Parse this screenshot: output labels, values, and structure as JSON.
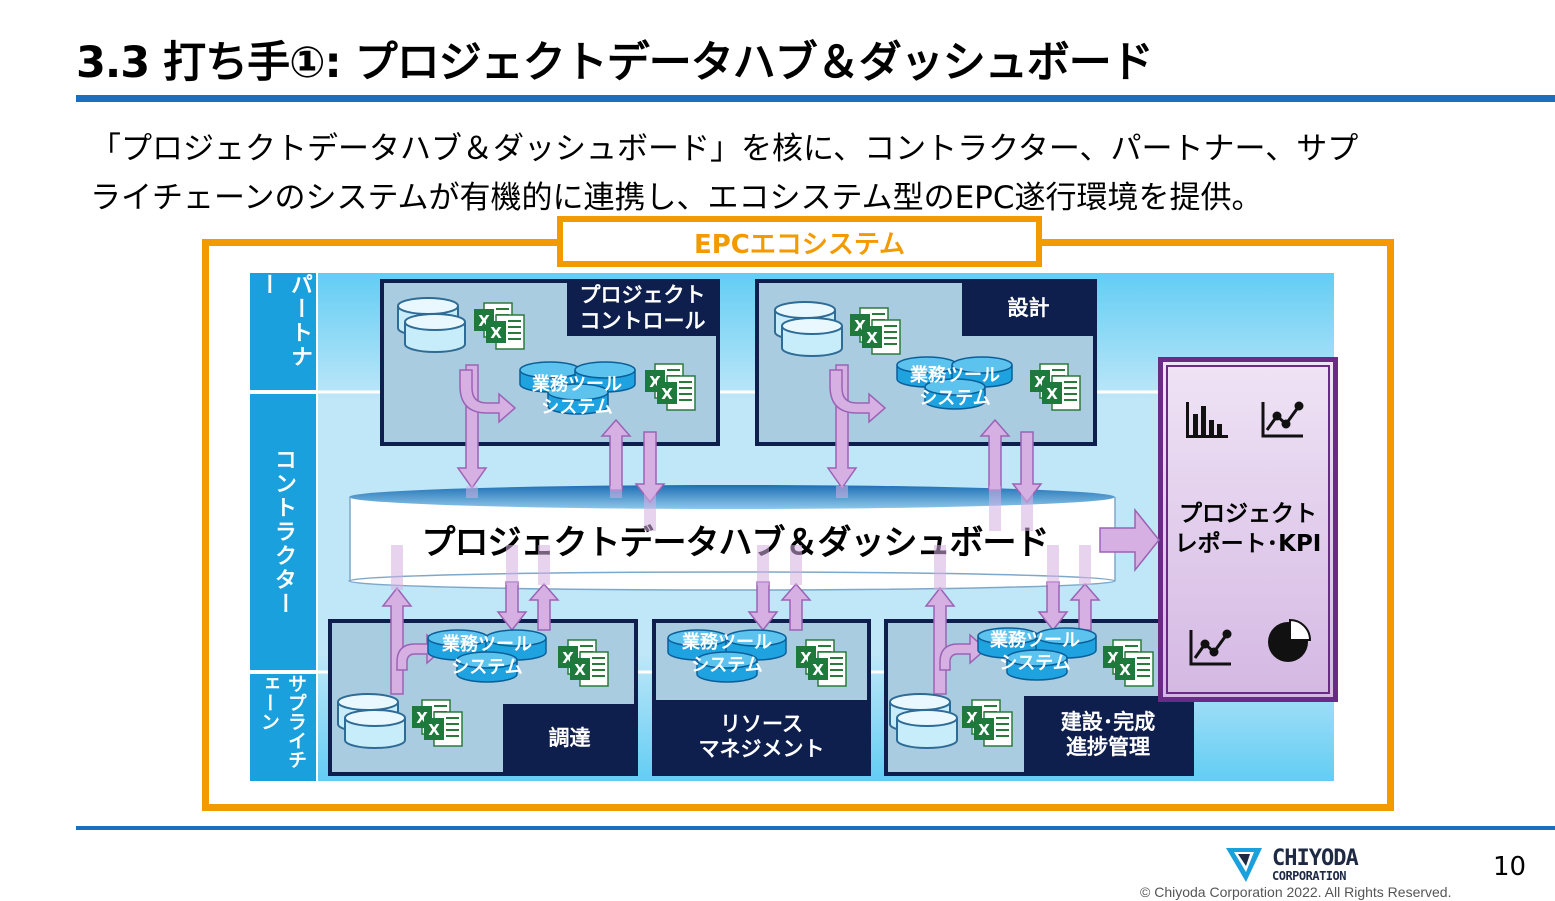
{
  "title": "3.3 打ち手①: プロジェクトデータハブ＆ダッシュボード",
  "subtitle_lines": [
    "「プロジェクトデータハブ＆ダッシュボード」を核に、コントラクター、パートナー、サプ",
    "ライチェーンのシステムが有機的に連携し、エコシステム型のEPC遂行環境を提供。"
  ],
  "diagram": {
    "ecosystem_label": "EPCエコシステム",
    "bands": [
      "パートナー",
      "コントラクター",
      "サプライチェーン"
    ],
    "boxes": {
      "project_control": [
        "プロジェクト",
        "コントロール"
      ],
      "design": "設計",
      "procurement": "調達",
      "resource": [
        "リソース",
        "マネジメント"
      ],
      "construction": [
        "建設･完成",
        "進捗管理"
      ]
    },
    "tool_label": [
      "業務ツール",
      "システム"
    ],
    "hub_label": "プロジェクトデータハブ＆ダッシュボード",
    "kpi_label": [
      "プロジェクト",
      "レポート･KPI"
    ],
    "icons": [
      "database-icon",
      "excel-icon",
      "bar-chart-icon",
      "line-chart-icon",
      "pie-chart-icon"
    ],
    "colors": {
      "frame": "#f29a00",
      "band": "#1aa0dc",
      "box_border": "#0e1f4d",
      "arrow": "#c99ad8",
      "kpi": "#6a2b86"
    }
  },
  "footer": {
    "page_number": "10",
    "logo_main": "CHIYODA",
    "logo_sub": "CORPORATION",
    "copyright": "© Chiyoda Corporation 2022. All Rights Reserved."
  }
}
